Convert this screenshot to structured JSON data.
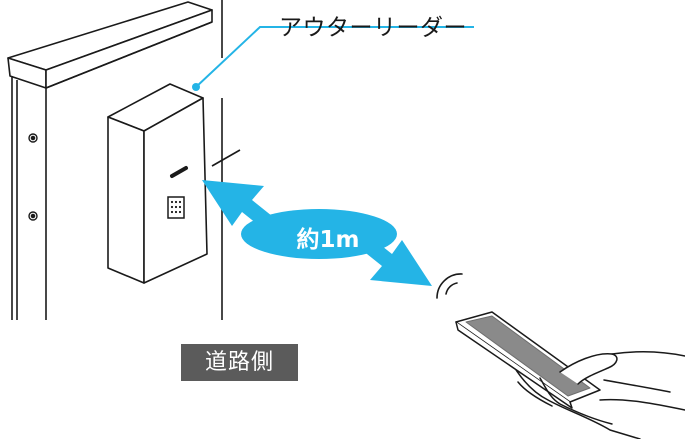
{
  "labels": {
    "reader": "アウターリーダー",
    "distance": "約1m",
    "side": "道路側"
  },
  "colors": {
    "accent": "#24b4e6",
    "badge": "#5b5b5b",
    "line": "#1a1a1a"
  },
  "icons": {
    "reader_keypad": "keypad-icon",
    "signal": "wireless-signal-icon"
  }
}
